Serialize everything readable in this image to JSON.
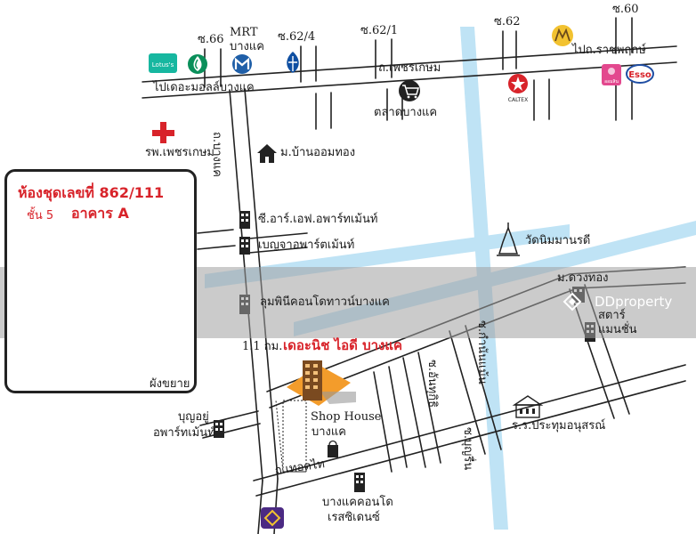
{
  "labels": {
    "soi66": "ซ.66",
    "mrt_top": "MRT",
    "mrt_bottom": "บางแค",
    "soi62_4": "ซ.62/4",
    "soi62_1": "ซ.62/1",
    "soi62": "ซ.62",
    "soi60": "ซ.60",
    "to_ratchaphruek": "ไปถ.ราชพฤกษ์",
    "phetkasem_road": "ถ.เพชรเกษม",
    "to_the_mall": "ไปเดอะมอลล์บางแค",
    "bangkhae_market": "ตลาดบางแค",
    "hospital": "รพ.เพชรเกษม",
    "baan_omthong": "ม.บ้านออมทอง",
    "side_road": "ถ.บางแค",
    "gr_apartment": "ซี.อาร์.เอฟ.อพาร์ทเม้นท์",
    "benja_apartment": "เบญจาอพาร์ตเม้นท์",
    "lumpini": "ลุมพินีคอนโดทาวน์บางแค",
    "wat": "วัดนิมมานรดี",
    "duangthong": "ม.ดวงทอง",
    "sathorn_mansion_1": "สตาร์",
    "sathorn_mansion_2": "แมนชั่น",
    "distance": "1.1 กม.",
    "project_name": "เดอะนิช ไอดี บางแค",
    "soi_kamnanman": "ซ.กำนันแม้น",
    "soi_bangphai": "ซ.อันทุกิธิ",
    "soi_bunrueang": "ซ.บุญรื่น",
    "shophouse_1": "Shop House",
    "shophouse_2": "บางแค",
    "school": "ร.ร.ประทุมอนุสรณ์",
    "bunyu_1": "บุญอยู่",
    "bunyu_2": "อพาร์ทเม้นท์",
    "theodthai_road": "ถ.เทอดไท",
    "residence_1": "บางแคคอนโด",
    "residence_2": "เรสซิเดนซ์",
    "expansion": "ผังขยาย"
  },
  "unit": {
    "title": "ห้องชุดเลขที่ 862/111",
    "floor": "ชั้น 5",
    "building": "อาคาร A"
  },
  "brands": {
    "lotus": "Lotus's",
    "caltex": "CALTEX",
    "esso": "Esso",
    "omsin": "ออมสิน"
  },
  "watermark": {
    "text": "DDproperty"
  },
  "colors": {
    "road": "#222222",
    "canal": "#bfe3f5",
    "highlight": "#f39c2b",
    "accent_red": "#d8232a"
  }
}
